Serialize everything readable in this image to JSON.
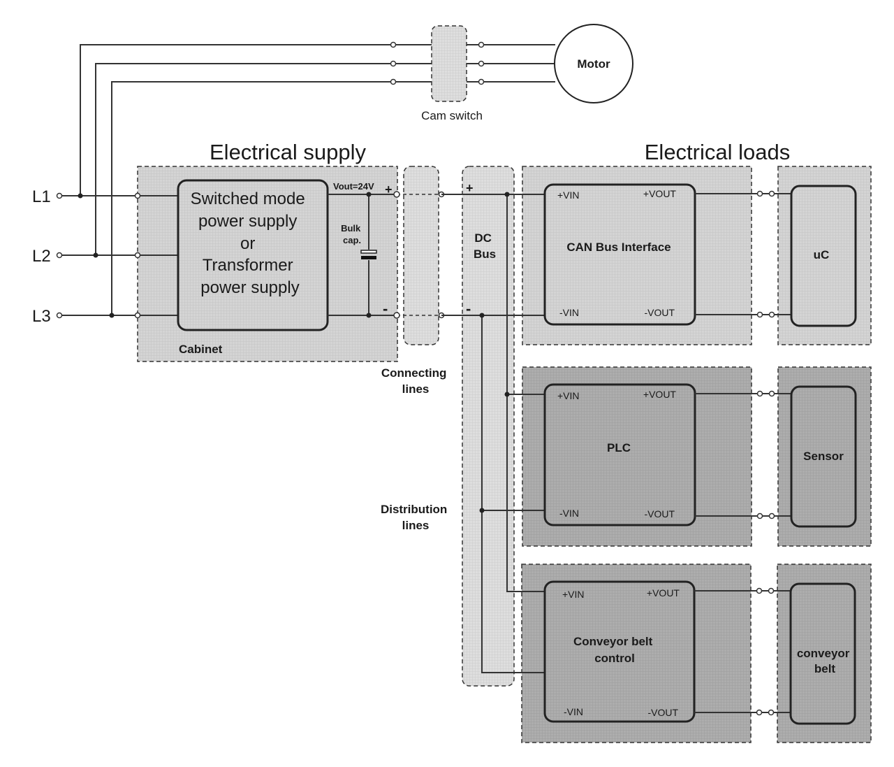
{
  "diagram": {
    "sections": {
      "supply_title": "Electrical supply",
      "loads_title": "Electrical loads"
    },
    "phases": [
      "L1",
      "L2",
      "L3"
    ],
    "motor": {
      "label": "Motor"
    },
    "cam_switch": {
      "label": "Cam switch"
    },
    "cabinet": {
      "label": "Cabinet",
      "psu_lines": [
        "Switched mode",
        "power supply",
        "or",
        "Transformer",
        "power supply"
      ],
      "vout_label": "Vout=24V",
      "bulk_cap_lines": [
        "Bulk",
        "cap."
      ],
      "plus": "+",
      "minus": "-"
    },
    "connecting_lines": {
      "lines": [
        "Connecting",
        "lines"
      ]
    },
    "distribution_lines": {
      "lines": [
        "Distribution",
        "lines"
      ]
    },
    "dc_bus": {
      "lines": [
        "DC",
        "Bus"
      ],
      "plus": "+",
      "minus": "-"
    },
    "pins": {
      "vin_plus": "+VIN",
      "vout_plus": "+VOUT",
      "vin_minus": "-VIN",
      "vout_minus": "-VOUT"
    },
    "loads": [
      {
        "converter_lines": [
          "CAN Bus Interface"
        ],
        "device_lines": [
          "uC"
        ],
        "shade": "light"
      },
      {
        "converter_lines": [
          "PLC"
        ],
        "device_lines": [
          "Sensor"
        ],
        "shade": "dark"
      },
      {
        "converter_lines": [
          "Conveyor belt",
          "control"
        ],
        "device_lines": [
          "conveyor",
          "belt"
        ],
        "shade": "dark"
      }
    ],
    "colors": {
      "light_fill": "#d2d2d2",
      "dark_fill": "#acacac",
      "bus_fill": "#dcdcdc",
      "line": "#333333"
    }
  }
}
